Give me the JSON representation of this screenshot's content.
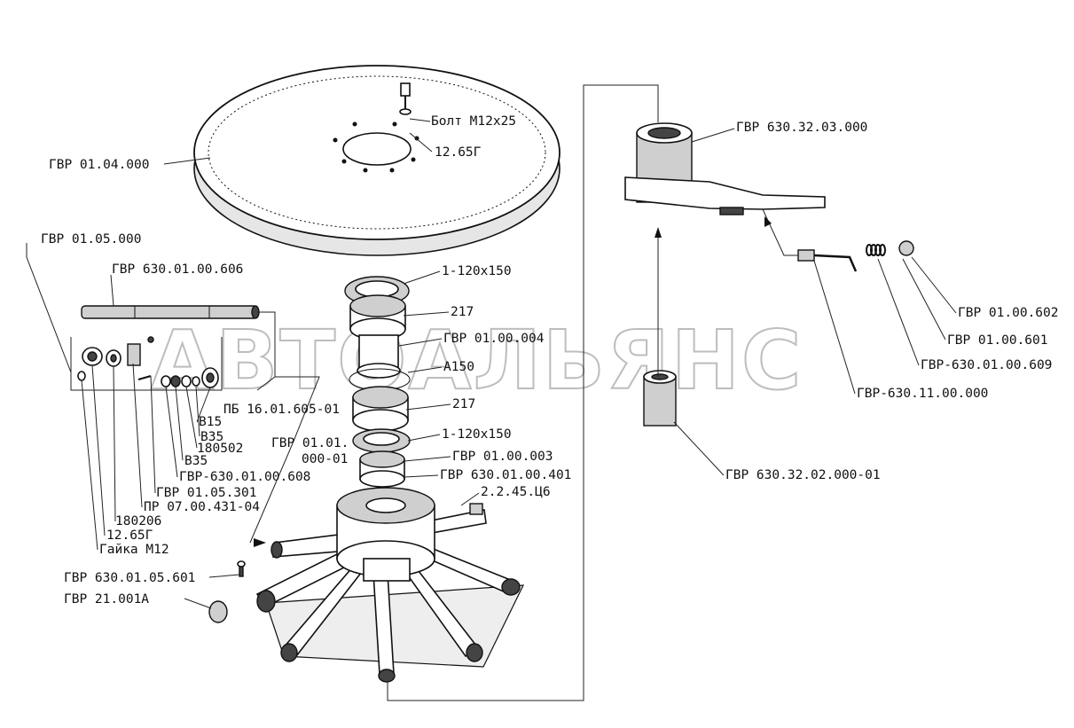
{
  "watermark": "АВТОАЛЬЯНС",
  "labels": {
    "disk": "ГВР 01.04.000",
    "bolt": "Болт М12х25",
    "washer_top": "12.65Г",
    "hub_assembly": "ГВР 01.05.000",
    "shaft": "ГВР 630.01.00.606",
    "cuff_top": "1-120х150",
    "bearing_top": "217",
    "sleeve": "ГВР 01.00.004",
    "ring": "А150",
    "pb": "ПБ 16.01.605-01",
    "bearing_mid": "217",
    "cuff_bottom": "1-120х150",
    "part_gvr_01_01": "ГВР 01.01.",
    "part_gvr_01_01_b": "000-01",
    "part_003": "ГВР 01.00.003",
    "part_401": "ГВР 630.01.00.401",
    "grease": "2.2.45.Ц6",
    "b15": "В15",
    "b35_a": "В35",
    "b180502": "180502",
    "b35_b": "В35",
    "part_608": "ГВР-630.01.00.608",
    "part_301": "ГВР 01.05.301",
    "part_431": "ПР 07.00.431-04",
    "b180206": "180206",
    "washer_bottom": "12.65Г",
    "nut": "Гайка М12",
    "part_601_05": "ГВР 630.01.05.601",
    "part_21": "ГВР 21.001А",
    "crank_housing": "ГВР 630.32.03.000",
    "part_602": "ГВР 01.00.602",
    "part_601": "ГВР 01.00.601",
    "part_609": "ГВР-630.01.00.609",
    "part_11": "ГВР-630.11.00.000",
    "crank_sleeve": "ГВР 630.32.02.000-01"
  }
}
